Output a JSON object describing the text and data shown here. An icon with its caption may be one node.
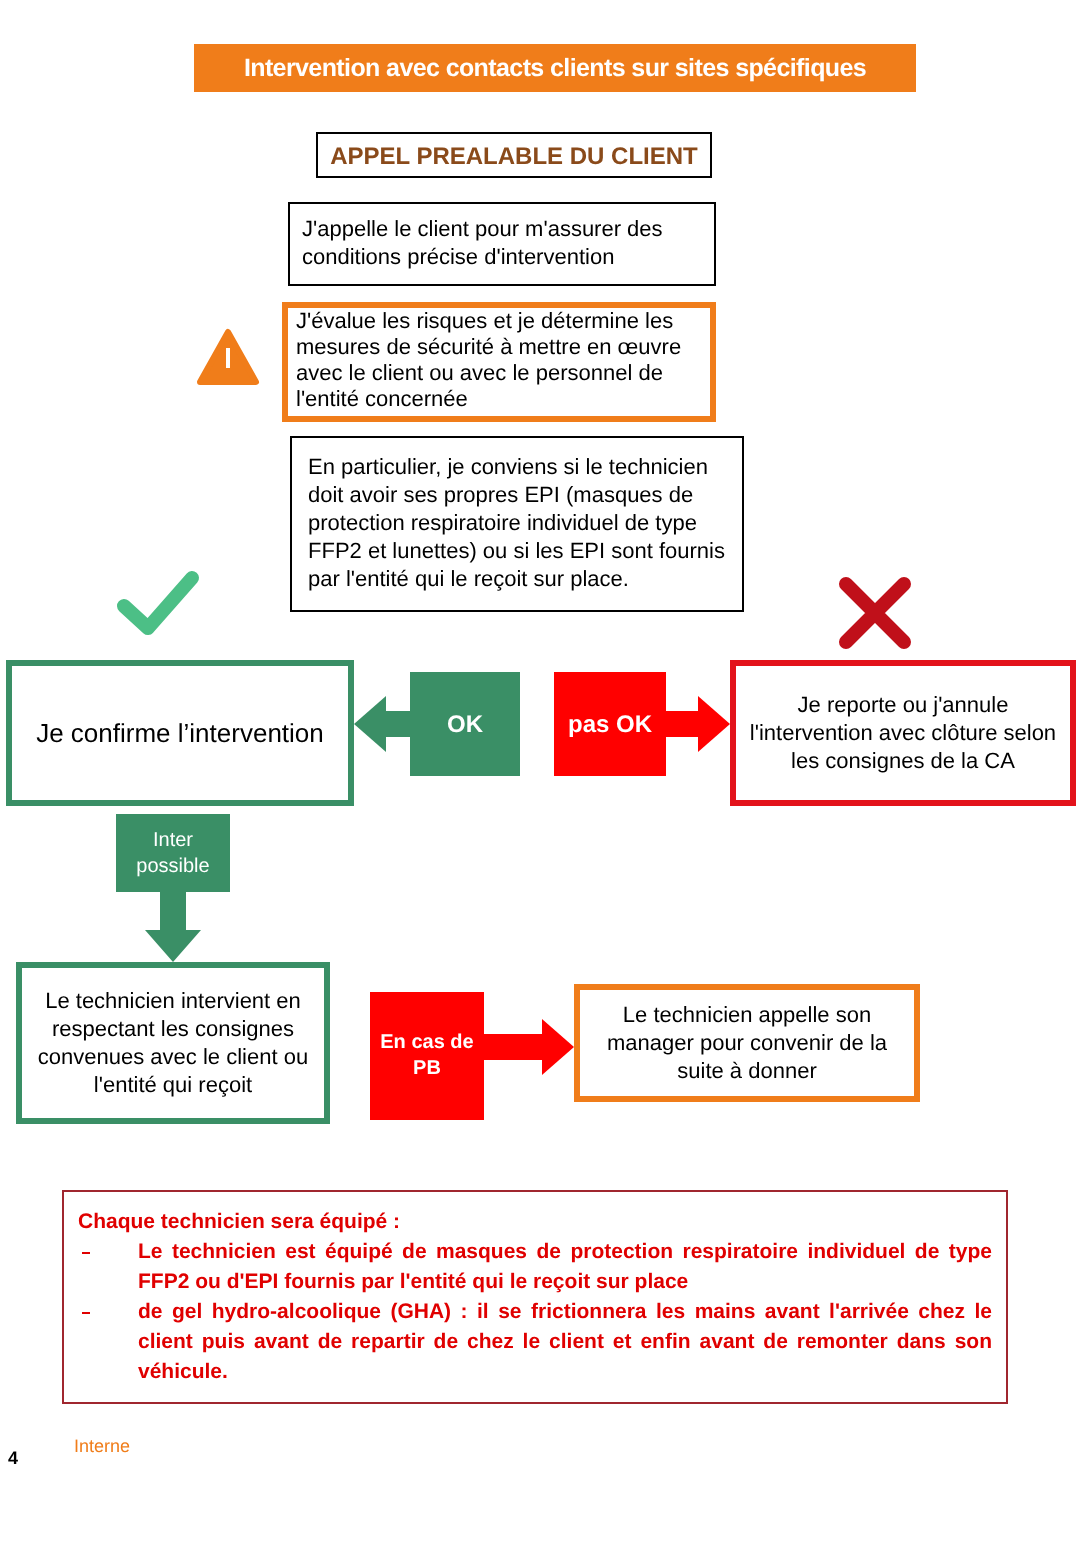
{
  "diagram": {
    "title": "Intervention avec contacts clients sur sites spécifiques",
    "nodes": [
      {
        "text": [
          "APPEL PREALABLE DU CLIENT"
        ]
      },
      {
        "text": [
          "J'appelle le client pour m'assurer des conditions précise d'intervention"
        ]
      },
      {
        "text": [
          "J'évalue les risques et je détermine les mesures de sécurité à mettre en œuvre avec le client ou avec le personnel de l'entité concernée"
        ]
      },
      {
        "text": [
          "En particulier, je conviens si le technicien doit avoir ses propres EPI (masques de protection respiratoire individuel de type FFP2 et lunettes) ou si les EPI sont fournis par l'entité qui le reçoit sur place."
        ]
      },
      {
        "text": [
          "Je confirme l’intervention"
        ]
      },
      {
        "text": [
          "OK"
        ]
      },
      {
        "text": [
          "pas OK"
        ]
      },
      {
        "text": [
          "Je reporte ou j'annule l'intervention avec clôture selon les consignes de la CA"
        ]
      },
      {
        "text": [
          "Inter possible"
        ]
      },
      {
        "text": [
          "Le technicien intervient en respectant les consignes convenues avec le client ou l'entité qui reçoit"
        ]
      },
      {
        "text": [
          "En cas de PB"
        ]
      },
      {
        "text": [
          "Le technicien appelle son manager pour convenir de la suite à donner"
        ]
      },
      {
        "text": [
          "Chaque technicien sera équipé :",
          "Le technicien est équipé de masques de protection respiratoire individuel de type FFP2 ou d'EPI fournis par l'entité qui le reçoit sur place",
          "de gel hydro-alcoolique (GHA) : il se frictionnera les mains avant l'arrivée chez le client puis avant de repartir de chez le client et enfin avant de remonter dans son véhicule."
        ]
      }
    ],
    "edges": [
      {
        "from": 5,
        "to": 4,
        "arrow": "to",
        "color": "#3a8f66"
      },
      {
        "from": 6,
        "to": 7,
        "arrow": "to",
        "color": "#ff0000"
      },
      {
        "from": 8,
        "to": 9,
        "arrow": "to",
        "color": "#3a8f66"
      },
      {
        "from": 10,
        "to": 11,
        "arrow": "to",
        "color": "#ff0000"
      }
    ],
    "labels": [
      "4",
      "Interne"
    ]
  }
}
